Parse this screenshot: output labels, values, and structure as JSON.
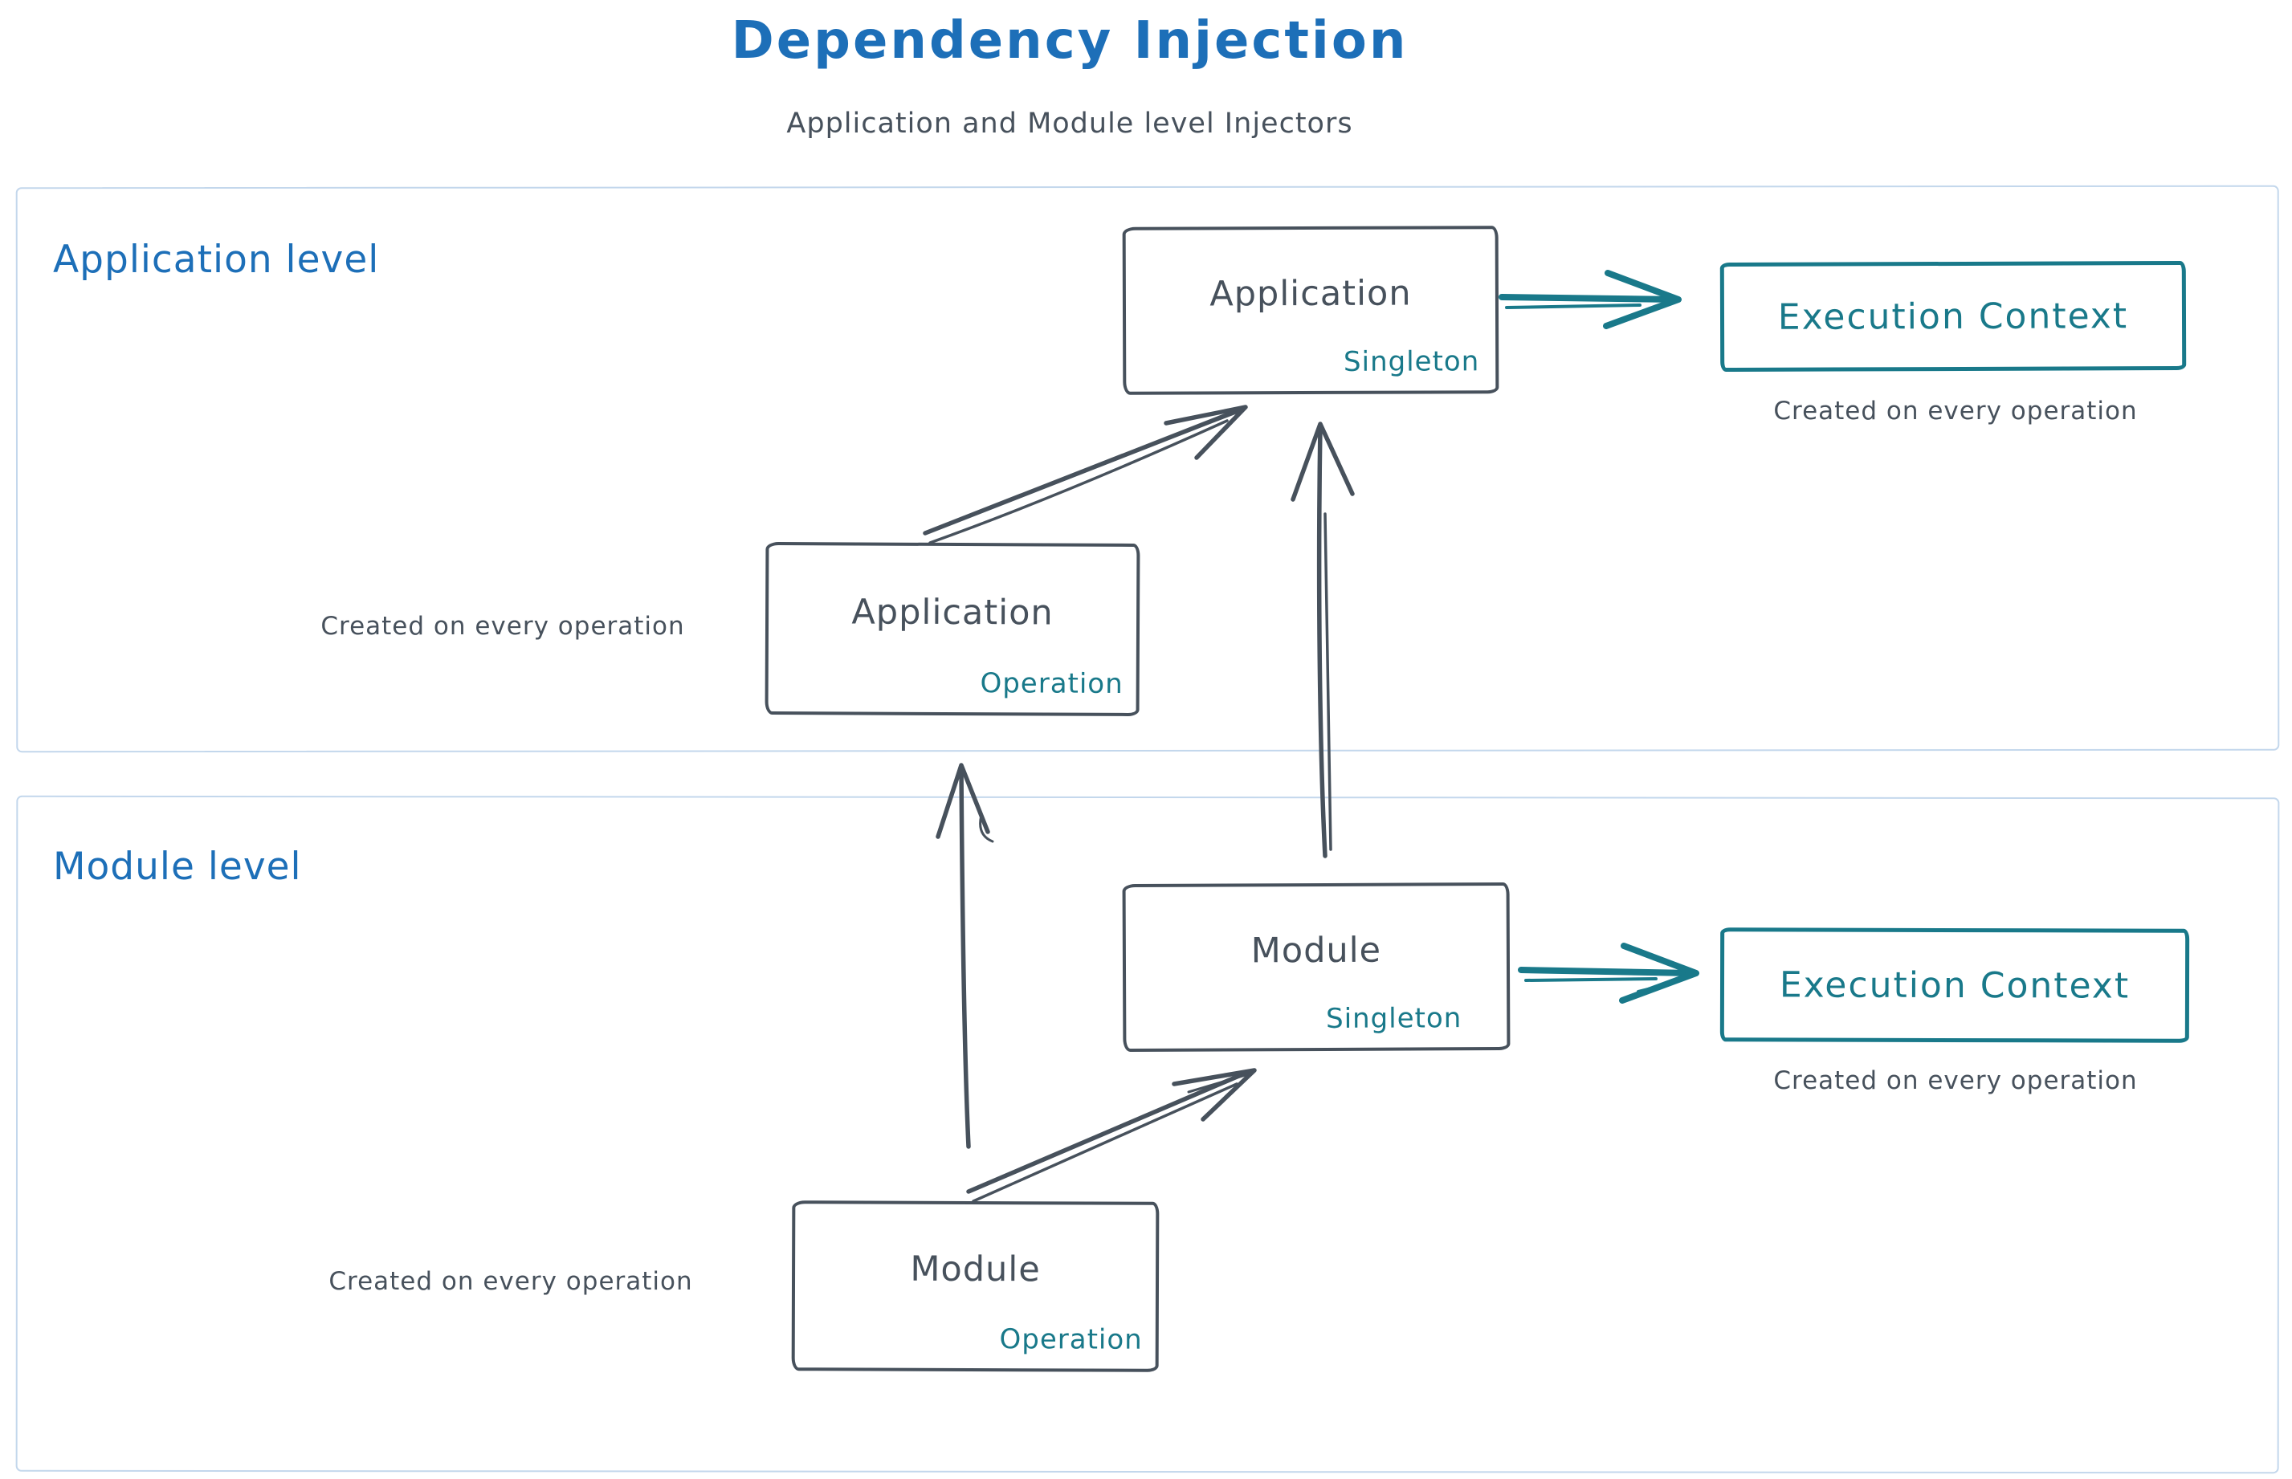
{
  "title": "Dependency Injection",
  "subtitle": "Application and Module level Injectors",
  "colors": {
    "title_blue": "#1d6fb8",
    "diagram_dark": "#47515c",
    "accent_teal": "#19798a",
    "container_border": "#c3d7ec",
    "background": "#ffffff"
  },
  "application_level": {
    "label": "Application level",
    "singleton_box": {
      "title": "Application",
      "tag": "Singleton"
    },
    "operation_box": {
      "title": "Application",
      "tag": "Operation"
    },
    "operation_caption": "Created on every operation",
    "execution_context": {
      "label": "Execution Context",
      "caption": "Created on every operation"
    }
  },
  "module_level": {
    "label": "Module level",
    "singleton_box": {
      "title": "Module",
      "tag": "Singleton"
    },
    "operation_box": {
      "title": "Module",
      "tag": "Operation"
    },
    "operation_caption": "Created on every operation",
    "execution_context": {
      "label": "Execution Context",
      "caption": "Created on every operation"
    }
  }
}
